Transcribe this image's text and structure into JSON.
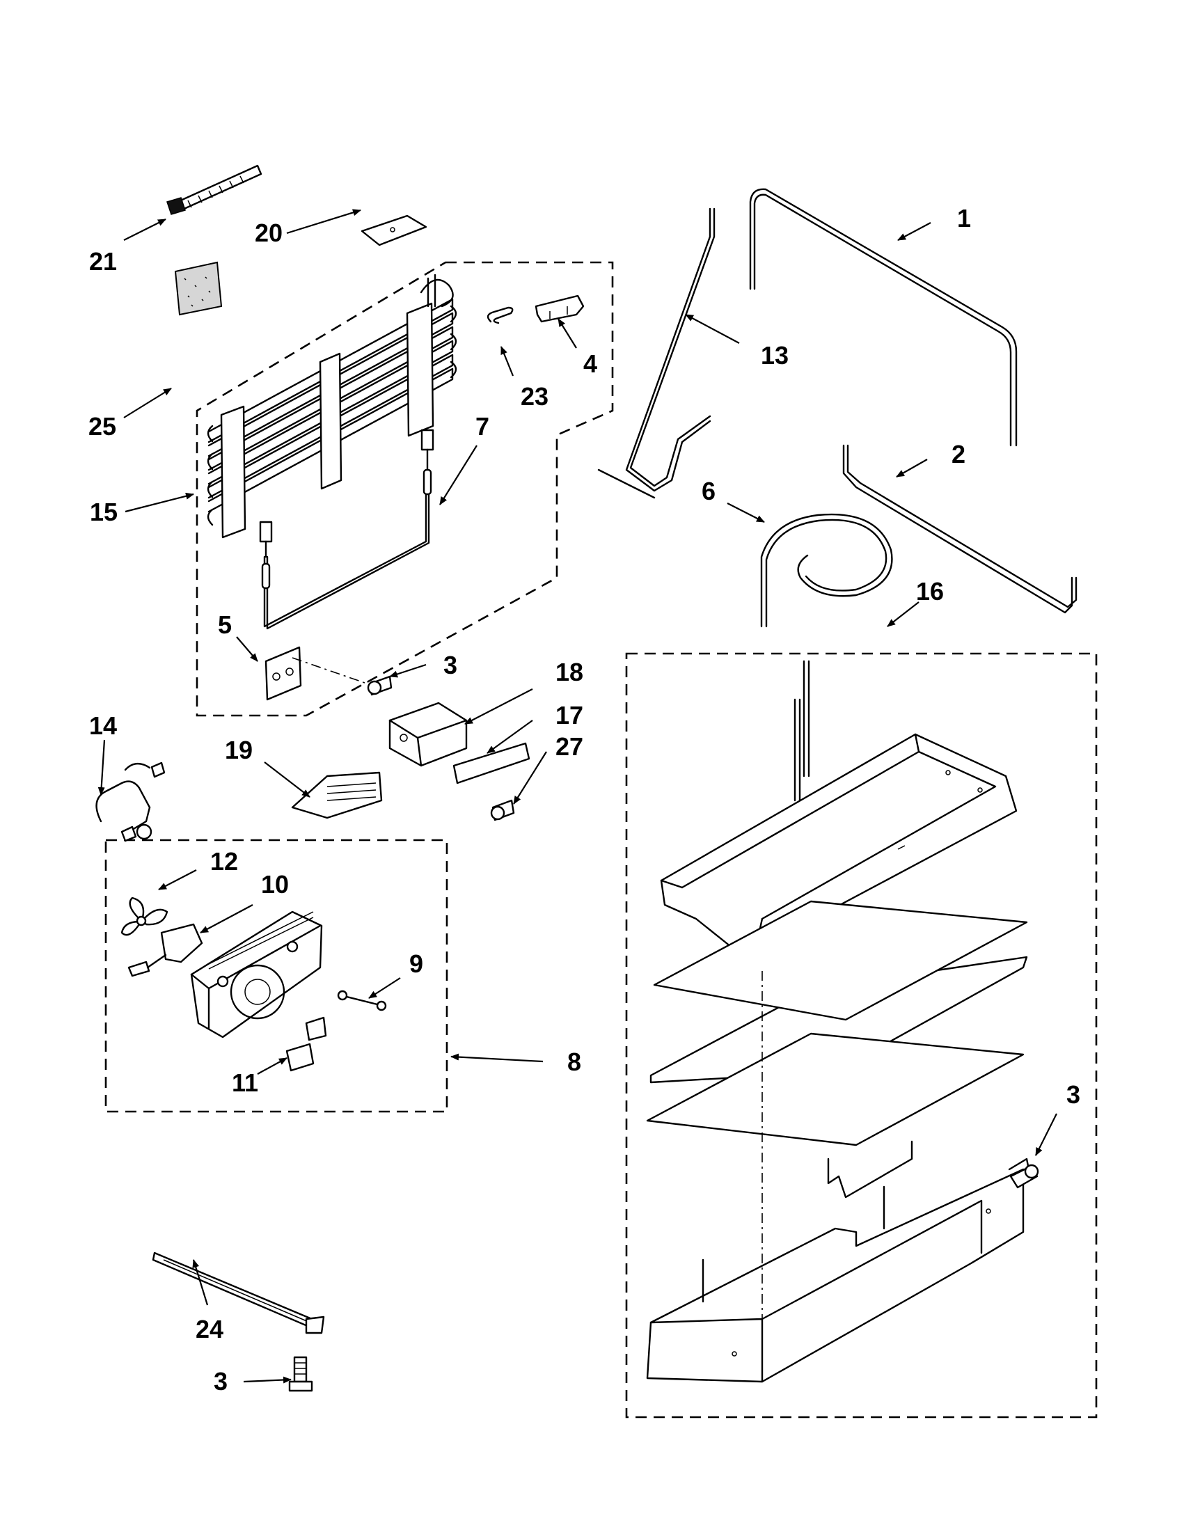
{
  "callouts": {
    "c1": "1",
    "c2": "2",
    "c3a": "3",
    "c3b": "3",
    "c3c": "3",
    "c4": "4",
    "c5": "5",
    "c6": "6",
    "c7": "7",
    "c8": "8",
    "c9": "9",
    "c10": "10",
    "c11": "11",
    "c12": "12",
    "c13": "13",
    "c14": "14",
    "c15": "15",
    "c16": "16",
    "c17": "17",
    "c18": "18",
    "c19": "19",
    "c20": "20",
    "c21": "21",
    "c23": "23",
    "c24": "24",
    "c25": "25",
    "c27": "27"
  }
}
